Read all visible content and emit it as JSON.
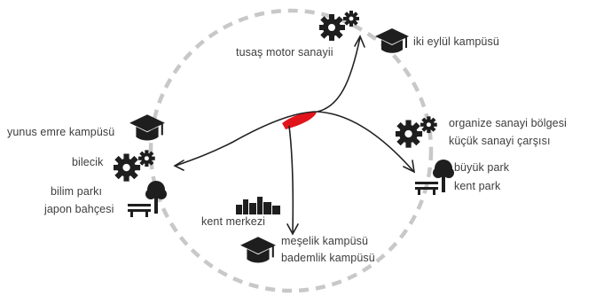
{
  "labels": {
    "tusas": "tusaş motor sanayii",
    "iki_eylul": "iki eylül kampüsü",
    "yunus_emre": "yunus emre kampüsü",
    "bilecik": "bilecik",
    "bilim_parki": "bilim parkı",
    "japon_bahcesi": "japon bahçesi",
    "kent_merkezi": "kent merkezi",
    "meselik": "meşelik kampüsü",
    "bademlik": "bademlik kampüsü",
    "organize": "organize sanayi bölgesi",
    "kucuk_sanayi": "küçük sanayi çarşısı",
    "buyuk_park": "büyük park",
    "kent_park": "kent park"
  },
  "colors": {
    "circle": "#c8c8c8",
    "arrow": "#222222",
    "accent": "#e2141b",
    "icon": "#1e1e1e",
    "text": "#3d3d3d"
  },
  "icons": [
    "gears-icon",
    "graduation-cap-icon",
    "tree-icon",
    "bench-icon",
    "city-buildings-icon"
  ]
}
